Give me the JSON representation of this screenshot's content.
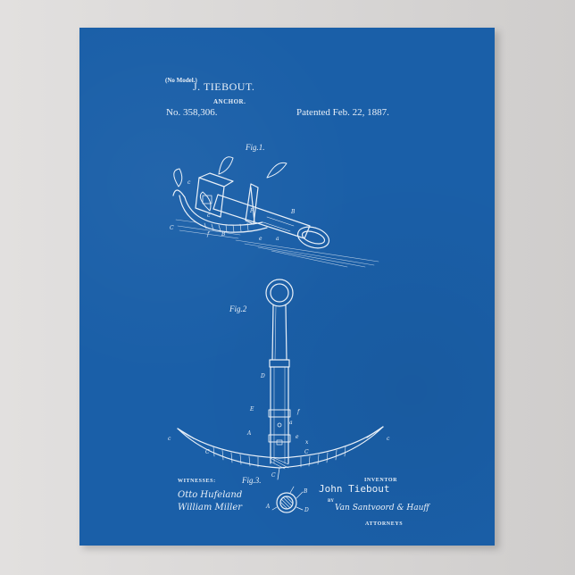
{
  "poster": {
    "background_color": "#1a5fa8",
    "line_color": "#e9f0f8",
    "header": {
      "no_model": "(No Model.)",
      "inventor": "J. TIEBOUT.",
      "title": "ANCHOR.",
      "patent_number": "No. 358,306.",
      "patent_date": "Patented Feb. 22, 1887."
    },
    "figures": {
      "fig1_label": "Fig.1.",
      "fig2_label": "Fig.2",
      "fig3_label": "Fig.3."
    },
    "footer": {
      "witnesses_label": "WITNESSES:",
      "witness_1": "Otto Hufeland",
      "witness_2": "William Miller",
      "inventor_label": "INVENTOR",
      "inventor_signature": "John Tiebout",
      "by_label": "BY",
      "attorney_signature": "Van Santvoord & Hauff",
      "attorneys_label": "ATTORNEYS"
    }
  },
  "wall": {
    "background_color": "#dcdad9"
  }
}
